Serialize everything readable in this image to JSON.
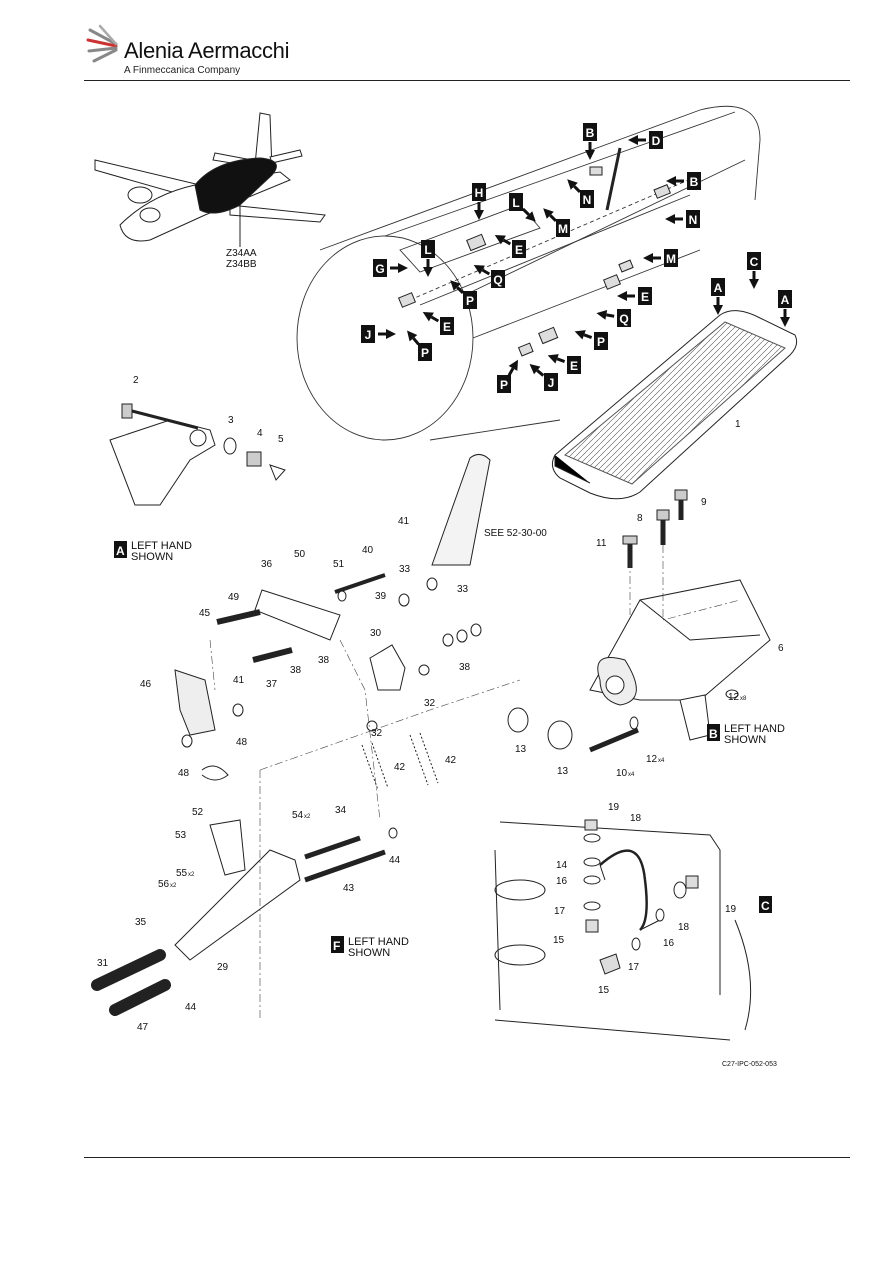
{
  "header": {
    "company": "Alenia Aermacchi",
    "subtitle": "A Finmeccanica Company"
  },
  "figure": {
    "zones": [
      "Z34AA",
      "Z34BB"
    ],
    "reference": "SEE 52-30-00",
    "figure_id": "C27-IPC-052-053",
    "view_letters": [
      "A",
      "B",
      "C",
      "D",
      "E",
      "G",
      "H",
      "J",
      "L",
      "M",
      "N",
      "P",
      "Q"
    ],
    "view_captions": [
      {
        "letter": "A",
        "line1": "LEFT HAND",
        "line2": "SHOWN"
      },
      {
        "letter": "B",
        "line1": "LEFT HAND",
        "line2": "SHOWN"
      },
      {
        "letter": "F",
        "line1": "LEFT HAND",
        "line2": "SHOWN"
      }
    ],
    "detail_c_letter": "C",
    "callouts": {
      "c1": "1",
      "c2": "2",
      "c3": "3",
      "c4": "4",
      "c5": "5",
      "c6": "6",
      "c8": "8",
      "c9": "9",
      "c10": "10",
      "c11": "11",
      "c12": "12",
      "c13": "13",
      "c14": "14",
      "c15": "15",
      "c16": "16",
      "c17": "17",
      "c18": "18",
      "c19": "19",
      "c29": "29",
      "c30": "30",
      "c31": "31",
      "c32": "32",
      "c33": "33",
      "c34": "34",
      "c35": "35",
      "c36": "36",
      "c37": "37",
      "c38": "38",
      "c39": "39",
      "c40": "40",
      "c41": "41",
      "c42": "42",
      "c43": "43",
      "c44": "44",
      "c45": "45",
      "c46": "46",
      "c47": "47",
      "c48": "48",
      "c49": "49",
      "c50": "50",
      "c51": "51",
      "c52": "52",
      "c53": "53",
      "c54": "54",
      "c55": "55",
      "c56": "56"
    },
    "quantities": {
      "x2": "x2",
      "x4": "x4",
      "x8": "x8"
    }
  }
}
